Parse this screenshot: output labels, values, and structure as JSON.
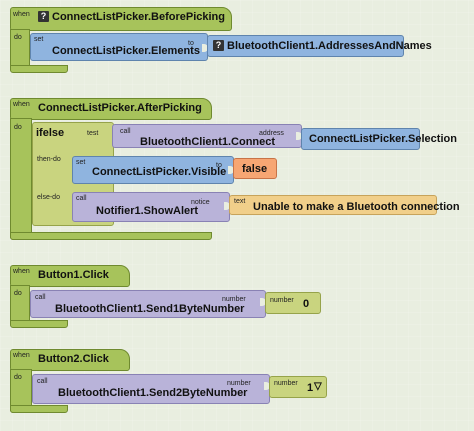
{
  "blocks": {
    "before_picking": {
      "when": "when",
      "event": "ConnectListPicker.BeforePicking",
      "do": "do",
      "set_kw": "set",
      "set_target": "ConnectListPicker.Elements",
      "to": "to",
      "value": "BluetoothClient1.AddressesAndNames"
    },
    "after_picking": {
      "when": "when",
      "event": "ConnectListPicker.AfterPicking",
      "do": "do",
      "ifelse": "ifelse",
      "test": "test",
      "call_kw": "call",
      "connect_method": "BluetoothClient1.Connect",
      "address": "address",
      "selection": "ConnectListPicker.Selection",
      "then_do": "then-do",
      "set_kw": "set",
      "visible_target": "ConnectListPicker.Visible",
      "to": "to",
      "false_value": "false",
      "else_do": "else-do",
      "call_kw2": "call",
      "alert_method": "Notifier1.ShowAlert",
      "notice": "notice",
      "text_kw": "text",
      "alert_text": "Unable to make a Bluetooth connection"
    },
    "button1": {
      "when": "when",
      "event": "Button1.Click",
      "do": "do",
      "call_kw": "call",
      "method": "BluetoothClient1.Send1ByteNumber",
      "number_label": "number",
      "number_kw": "number",
      "number_value": "0"
    },
    "button2": {
      "when": "when",
      "event": "Button2.Click",
      "do": "do",
      "call_kw": "call",
      "method": "BluetoothClient1.Send2ByteNumber",
      "number_label": "number",
      "number_kw": "number",
      "number_value": "1",
      "dropdown_glyph": "▽"
    }
  }
}
